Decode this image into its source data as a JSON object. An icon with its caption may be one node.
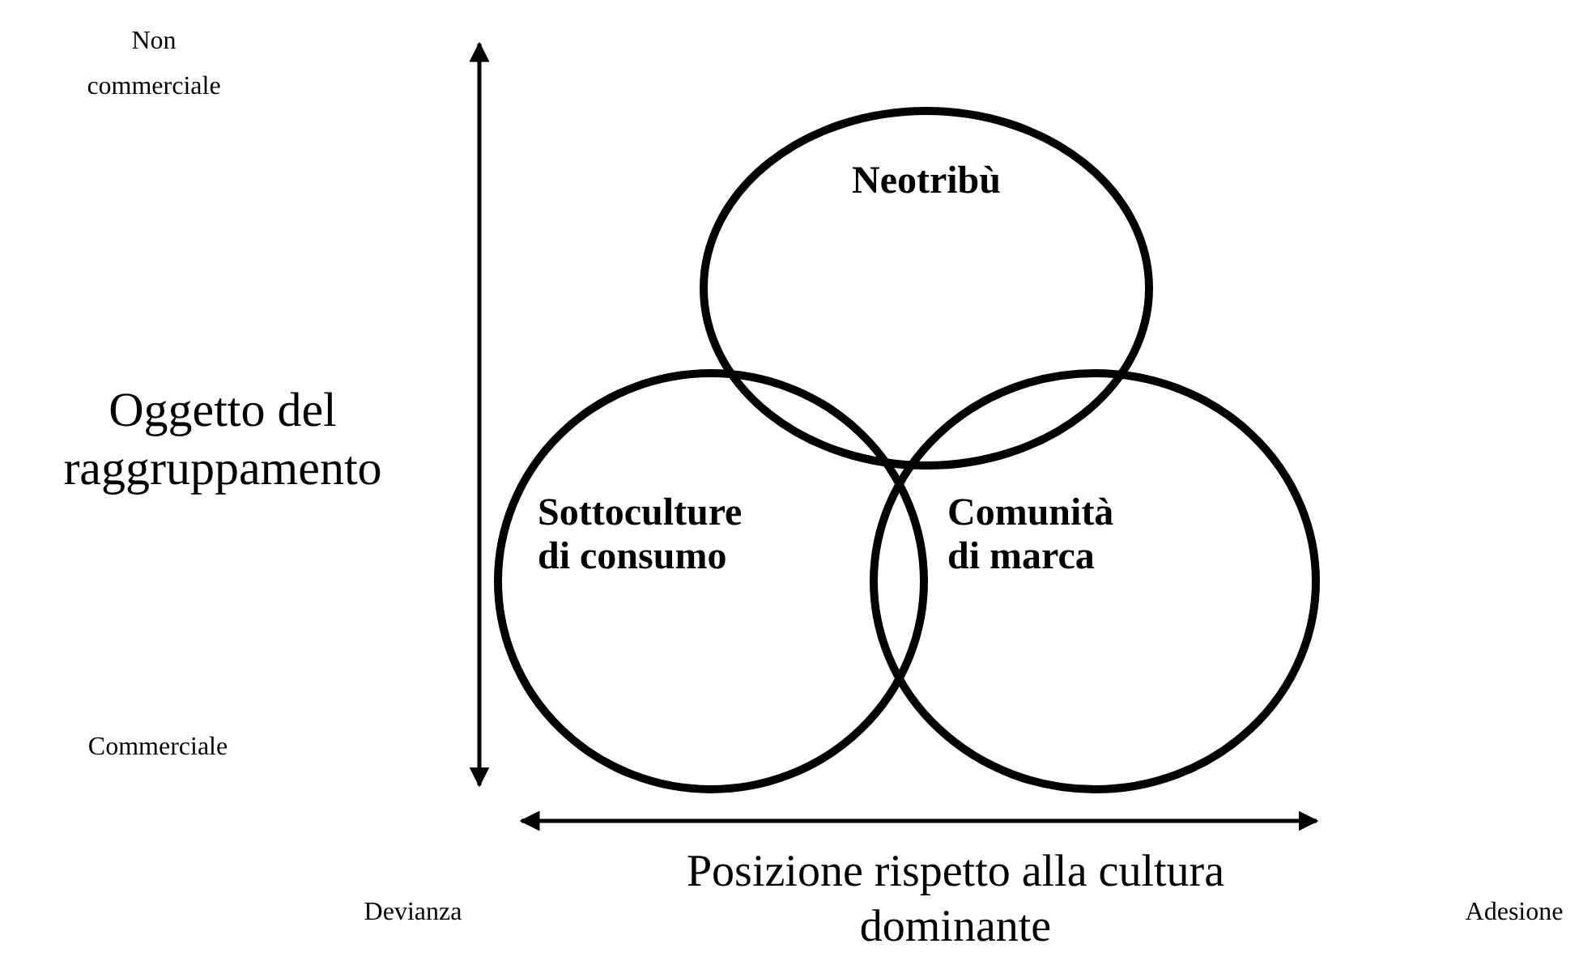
{
  "diagram": {
    "nodes": [
      {
        "text": [
          "Neotribù"
        ]
      },
      {
        "text": [
          "Sottoculture di consumo"
        ]
      },
      {
        "text": [
          "Comunità di marca"
        ]
      }
    ],
    "labels": [
      "Non commerciale",
      "Oggetto del raggruppamento",
      "Commerciale",
      "Devianza",
      "Posizione rispetto alla cultura dominante",
      "Adesione"
    ]
  }
}
